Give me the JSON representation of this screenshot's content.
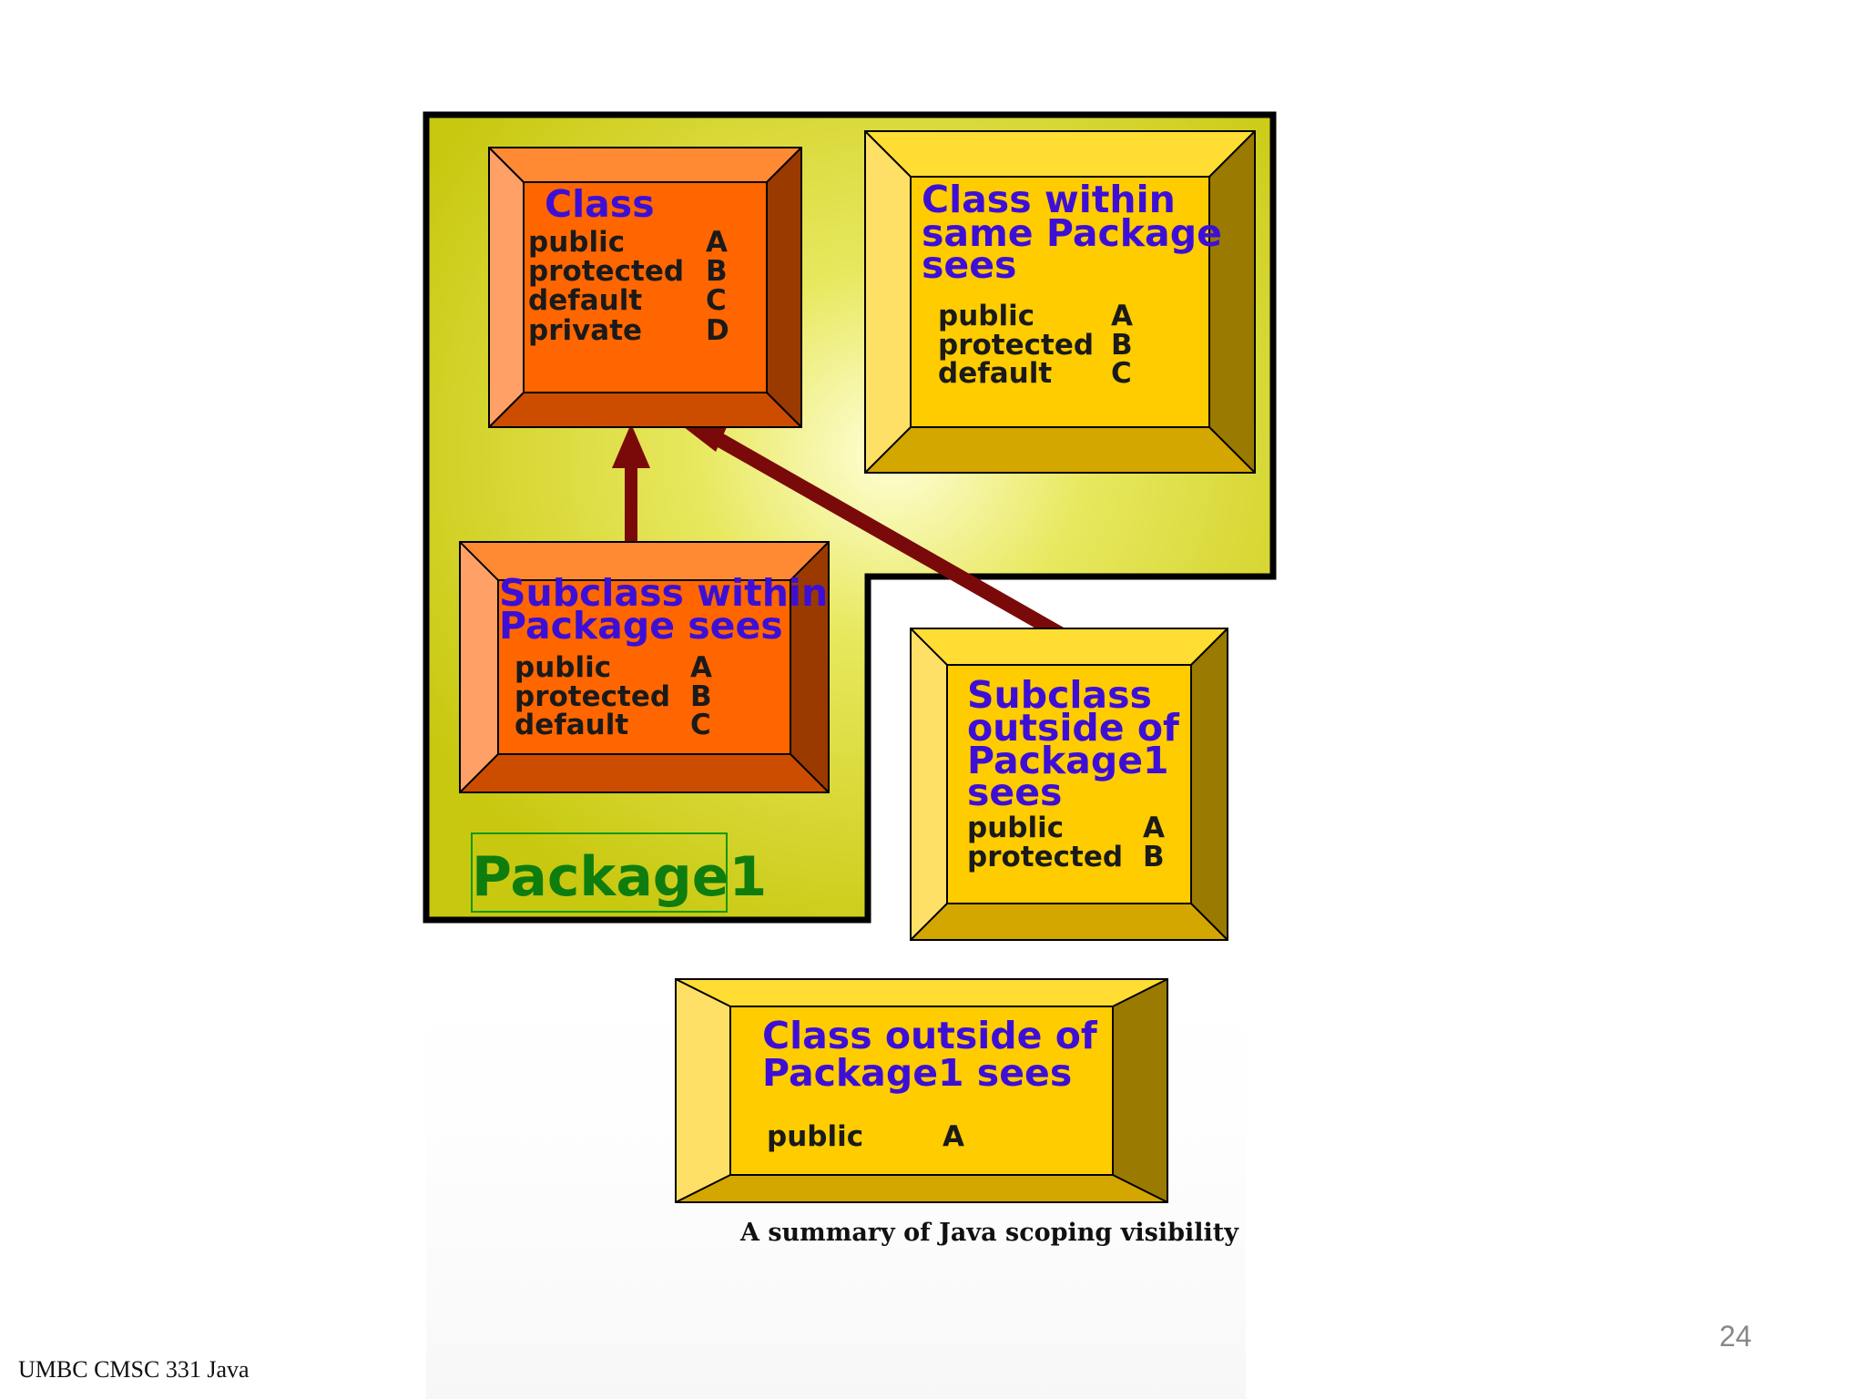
{
  "boxes": {
    "class": {
      "title": [
        "Class"
      ],
      "rows": [
        [
          "public",
          "A"
        ],
        [
          "protected",
          "B"
        ],
        [
          "default",
          "C"
        ],
        [
          "private",
          "D"
        ]
      ]
    },
    "same_package": {
      "title": [
        "Class within",
        "same Package",
        "sees"
      ],
      "rows": [
        [
          "public",
          "A"
        ],
        [
          "protected",
          "B"
        ],
        [
          "default",
          "C"
        ]
      ]
    },
    "subclass_in_package": {
      "title": [
        "Subclass within",
        "Package sees"
      ],
      "rows": [
        [
          "public",
          "A"
        ],
        [
          "protected",
          "B"
        ],
        [
          "default",
          "C"
        ]
      ]
    },
    "subclass_outside": {
      "title": [
        "Subclass",
        "outside of",
        "Package1",
        "sees"
      ],
      "rows": [
        [
          "public",
          "A"
        ],
        [
          "protected",
          "B"
        ]
      ]
    },
    "class_outside": {
      "title": [
        "Class outside of",
        "Package1 sees"
      ],
      "rows": [
        [
          "public",
          "A"
        ]
      ]
    }
  },
  "package_label": "Package1",
  "caption": "A summary of Java scoping visibility",
  "footer": "UMBC CMSC 331 Java",
  "page_number": "24",
  "colors": {
    "package_bg": "#c8c810",
    "orange_face": "#ff6600",
    "yellow_face": "#ffcc00",
    "arrow": "#7a0a0a",
    "title_text": "#3d0fd6",
    "package_text": "#0e7d0e"
  }
}
